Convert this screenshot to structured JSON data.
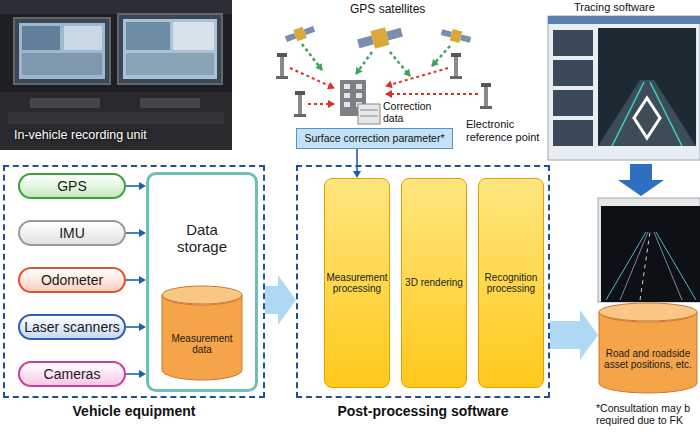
{
  "diagram": {
    "nodes": [
      {
        "text": [
          "Vehicle equipment"
        ]
      },
      {
        "text": [
          "GPS"
        ],
        "in": 0
      },
      {
        "text": [
          "IMU"
        ],
        "in": 0
      },
      {
        "text": [
          "Odometer"
        ],
        "in": 0
      },
      {
        "text": [
          "Laser scanners"
        ],
        "in": 0
      },
      {
        "text": [
          "Cameras"
        ],
        "in": 0
      },
      {
        "text": [
          "Data storage"
        ],
        "in": 0
      },
      {
        "text": [
          "Measurement data"
        ],
        "in": 6
      },
      {
        "text": [
          "Surface correction parameter*"
        ]
      },
      {
        "text": [
          "Post-processing software"
        ]
      },
      {
        "text": [
          "Measurement processing"
        ],
        "in": 9
      },
      {
        "text": [
          "3D rendering"
        ],
        "in": 9
      },
      {
        "text": [
          "Recognition processing"
        ],
        "in": 9
      },
      {
        "text": [
          "Road and roadside asset positions, etc."
        ]
      }
    ],
    "edges": [
      {
        "from": 1,
        "to": 6,
        "arrow": "to"
      },
      {
        "from": 2,
        "to": 6,
        "arrow": "to"
      },
      {
        "from": 3,
        "to": 6,
        "arrow": "to"
      },
      {
        "from": 4,
        "to": 6,
        "arrow": "to"
      },
      {
        "from": 5,
        "to": 6,
        "arrow": "to"
      },
      {
        "from": 0,
        "to": 9,
        "arrow": "to"
      },
      {
        "from": 8,
        "to": 10,
        "arrow": "to"
      },
      {
        "from": 9,
        "to": 13,
        "arrow": "to"
      }
    ],
    "labels": [
      "In-vehicle recording unit",
      "GPS satellites",
      "Correction data",
      "Electronic reference point",
      "Tracing software",
      "*Consultation may b required due to FK"
    ]
  }
}
